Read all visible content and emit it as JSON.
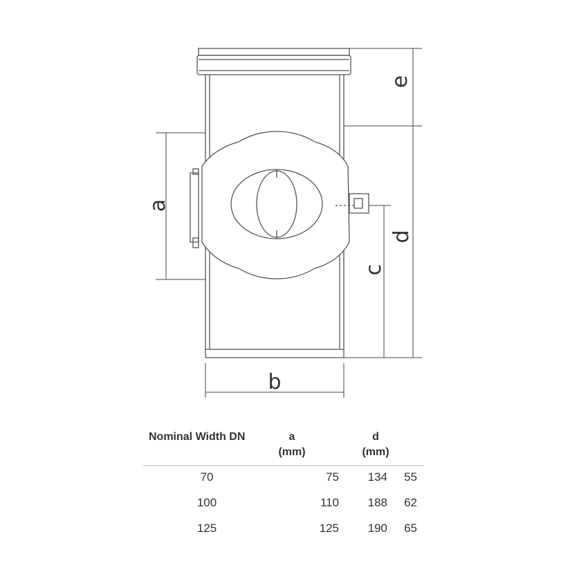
{
  "drawing": {
    "labels": {
      "a": "a",
      "b": "b",
      "c": "c",
      "d": "d",
      "e": "e"
    }
  },
  "table": {
    "headers": [
      {
        "title": "Nominal Width DN",
        "unit": ""
      },
      {
        "title": "a",
        "unit": "(mm)"
      },
      {
        "title": "d",
        "unit": "(mm)"
      }
    ],
    "rows": [
      [
        "70",
        "75",
        "134",
        "55"
      ],
      [
        "100",
        "110",
        "188",
        "62"
      ],
      [
        "125",
        "125",
        "190",
        "65"
      ]
    ]
  }
}
